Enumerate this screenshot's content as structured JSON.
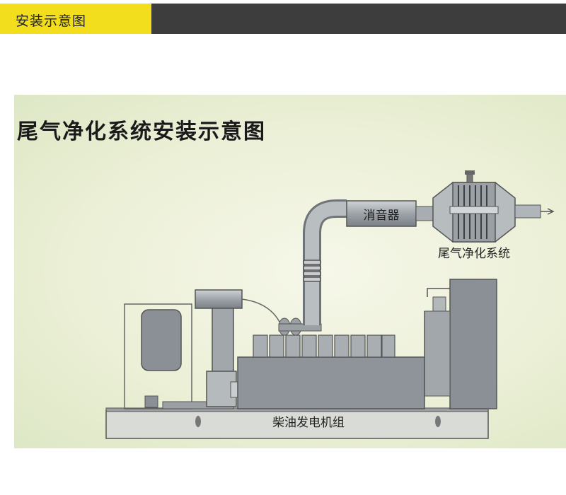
{
  "header": {
    "title": "安装示意图",
    "tab_color": "#f2de1d",
    "bar_color": "#3d3d3d"
  },
  "diagram": {
    "title": "尾气净化系统安装示意图",
    "labels": {
      "muffler": "消音器",
      "purifier": "尾气净化系统",
      "generator": "柴油发电机组"
    }
  }
}
